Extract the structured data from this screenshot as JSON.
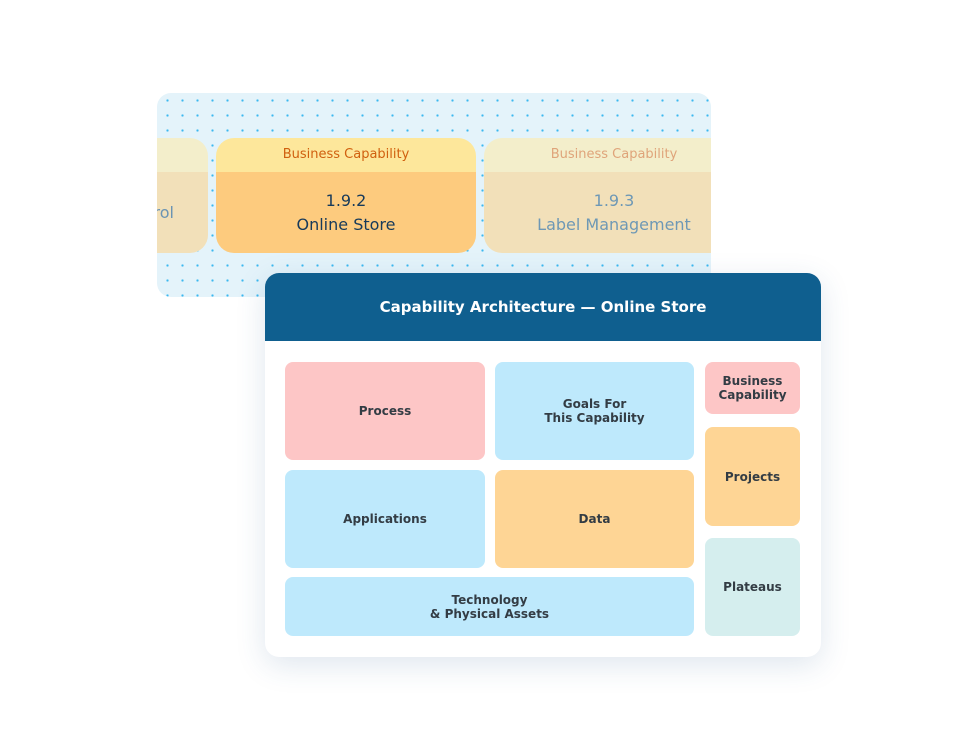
{
  "background_cards": [
    {
      "header": "",
      "number": "",
      "name": "rol"
    },
    {
      "header": "Business Capability",
      "number": "1.9.2",
      "name": "Online Store"
    },
    {
      "header": "Business Capability",
      "number": "1.9.3",
      "name": "Label Management"
    }
  ],
  "architecture": {
    "title": "Capability Architecture — Online Store",
    "cells": {
      "process": "Process",
      "goals": "Goals For\nThis Capability",
      "business_capability": "Business\nCapability",
      "applications": "Applications",
      "data": "Data",
      "projects": "Projects",
      "technology": "Technology\n& Physical Assets",
      "plateaus": "Plateaus"
    }
  },
  "colors": {
    "header": "#0f5f8f",
    "pink": "#fdc6c6",
    "blue": "#bee9fc",
    "orange": "#fed595",
    "teal": "#d5eeee"
  }
}
